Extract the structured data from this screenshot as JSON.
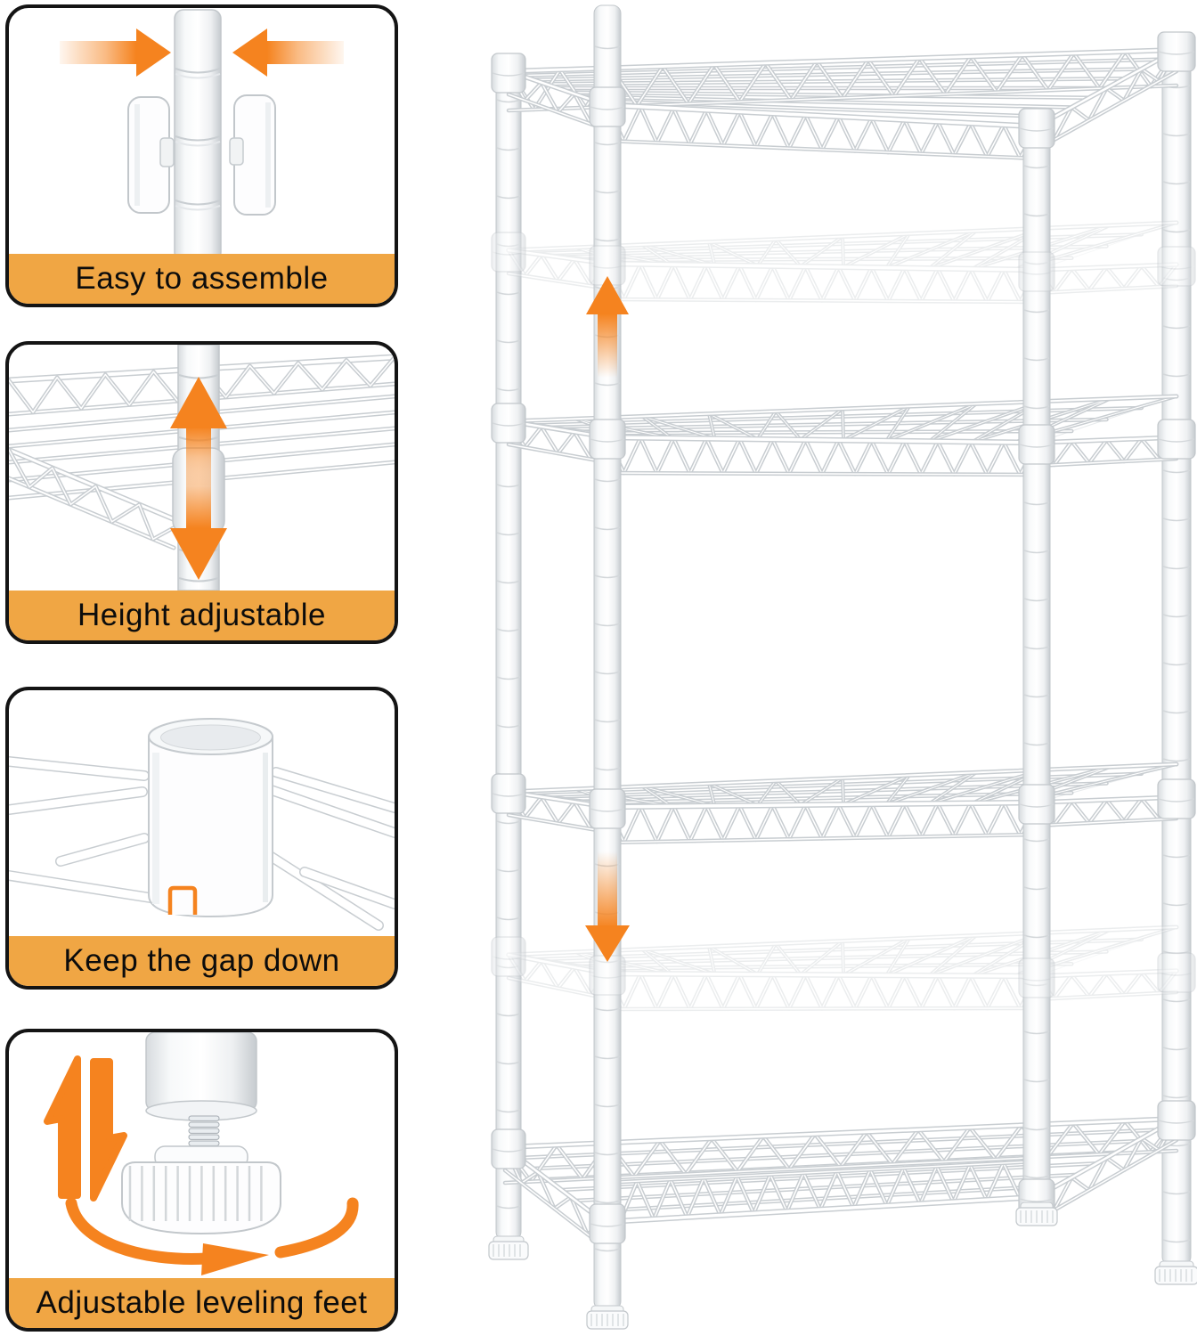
{
  "feature_panels": [
    {
      "id": "easy-assemble",
      "label": "Easy to assemble",
      "illustration": "segmented-pole-with-two-locking-sleeves",
      "accent_icons": "two-horizontal-orange-arrows-pointing-inward"
    },
    {
      "id": "height-adjustable",
      "label": "Height adjustable",
      "illustration": "wire-shelf-corner-on-pole",
      "accent_icons": "vertical-orange-double-arrow"
    },
    {
      "id": "keep-gap-down",
      "label": "Keep the gap down",
      "illustration": "plastic-sleeve-cylinder-with-bottom-notch",
      "accent_icons": "orange-notch-outline"
    },
    {
      "id": "leveling-feet",
      "label": "Adjustable leveling feet",
      "illustration": "threaded-leveling-foot-with-knurled-knob",
      "accent_icons": "orange-rotation-arrows-and-vertical-double-arrow"
    }
  ],
  "product": {
    "name": "Adjustable white wire shelving unit",
    "shelves_visible": 6,
    "solid_shelves": 4,
    "ghost_shelves_showing_adjustability": 2,
    "annotations": [
      "up-arrow-on-front-left-pole",
      "down-arrow-on-front-left-pole"
    ]
  },
  "colors": {
    "accent_orange": "#F5831F",
    "banner_orange": "#F0A644",
    "panel_border": "#141414",
    "wire_outline": "#C8CDD1",
    "text": "#0C0C0C",
    "background": "#FFFFFF"
  }
}
